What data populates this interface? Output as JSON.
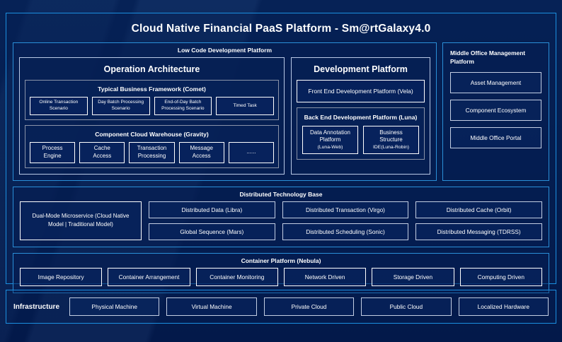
{
  "page": {
    "title": "Cloud Native Financial PaaS Platform - Sm@rtGalaxy4.0",
    "colors": {
      "background": "#041e52",
      "accent_border": "#1b8fe0",
      "panel_border": "#2a8fd8",
      "box_border": "#ffffff",
      "group_border": "#8a93a8",
      "text": "#ffffff"
    }
  },
  "low_code": {
    "title": "Low Code Development Platform",
    "operation_architecture": {
      "title": "Operation Architecture",
      "groups": [
        {
          "title": "Typical Business Framework (Comet)",
          "items": [
            {
              "line1": "Online Transaction",
              "line2": "Scenario"
            },
            {
              "line1": "Day Batch Processing",
              "line2": "Scenario"
            },
            {
              "line1": "End-of-Day Batch",
              "line2": "Processing Scenario"
            },
            {
              "line1": "Timed Task",
              "line2": ""
            }
          ]
        },
        {
          "title": "Component Cloud Warehouse (Gravity)",
          "items": [
            {
              "line1": "Process",
              "line2": "Engine"
            },
            {
              "line1": "Cache",
              "line2": "Access"
            },
            {
              "line1": "Transaction",
              "line2": "Processing"
            },
            {
              "line1": "Message",
              "line2": "Access"
            },
            {
              "line1": "......",
              "line2": ""
            }
          ]
        }
      ]
    },
    "development_platform": {
      "title": "Development Platform",
      "front_end": "Front End Development Platform (Vela)",
      "back_end": {
        "title": "Back End Development Platform (Luna)",
        "items": [
          {
            "line1": "Data Annotation",
            "line2": "Platform",
            "line3": "(Luna-Web)"
          },
          {
            "line1": "Business",
            "line2": "Structure",
            "line3": "IDE(Luna-Robin)"
          }
        ]
      }
    }
  },
  "middle_office": {
    "title": "Middle Office Management Platform",
    "items": [
      "Asset Management",
      "Component Ecosystem",
      "Middle Office Portal"
    ]
  },
  "distributed_technology_base": {
    "title": "Distributed Technology Base",
    "dual_mode": "Dual-Mode Microservice (Cloud Native Model | Traditional Model)",
    "dual_mode_lines": {
      "line1": "Dual-Mode Microservice",
      "line2": "(Cloud Native Model | Traditional",
      "line3": "Model)"
    },
    "columns": [
      {
        "top": "Distributed Data (Libra)",
        "bottom": "Global Sequence (Mars)"
      },
      {
        "top": "Distributed Transaction (Virgo)",
        "bottom": "Distributed Scheduling (Sonic)"
      },
      {
        "top": "Distributed Cache (Orbit)",
        "bottom": "Distributed Messaging (TDRSS)"
      }
    ]
  },
  "container_platform": {
    "title": "Container Platform (Nebula)",
    "items": [
      "Image Repository",
      "Container Arrangement",
      "Container Monitoring",
      "Network Driven",
      "Storage Driven",
      "Computing Driven"
    ]
  },
  "infrastructure": {
    "label": "Infrastructure",
    "items": [
      "Physical Machine",
      "Virtual Machine",
      "Private Cloud",
      "Public Cloud",
      "Localized Hardware"
    ]
  }
}
